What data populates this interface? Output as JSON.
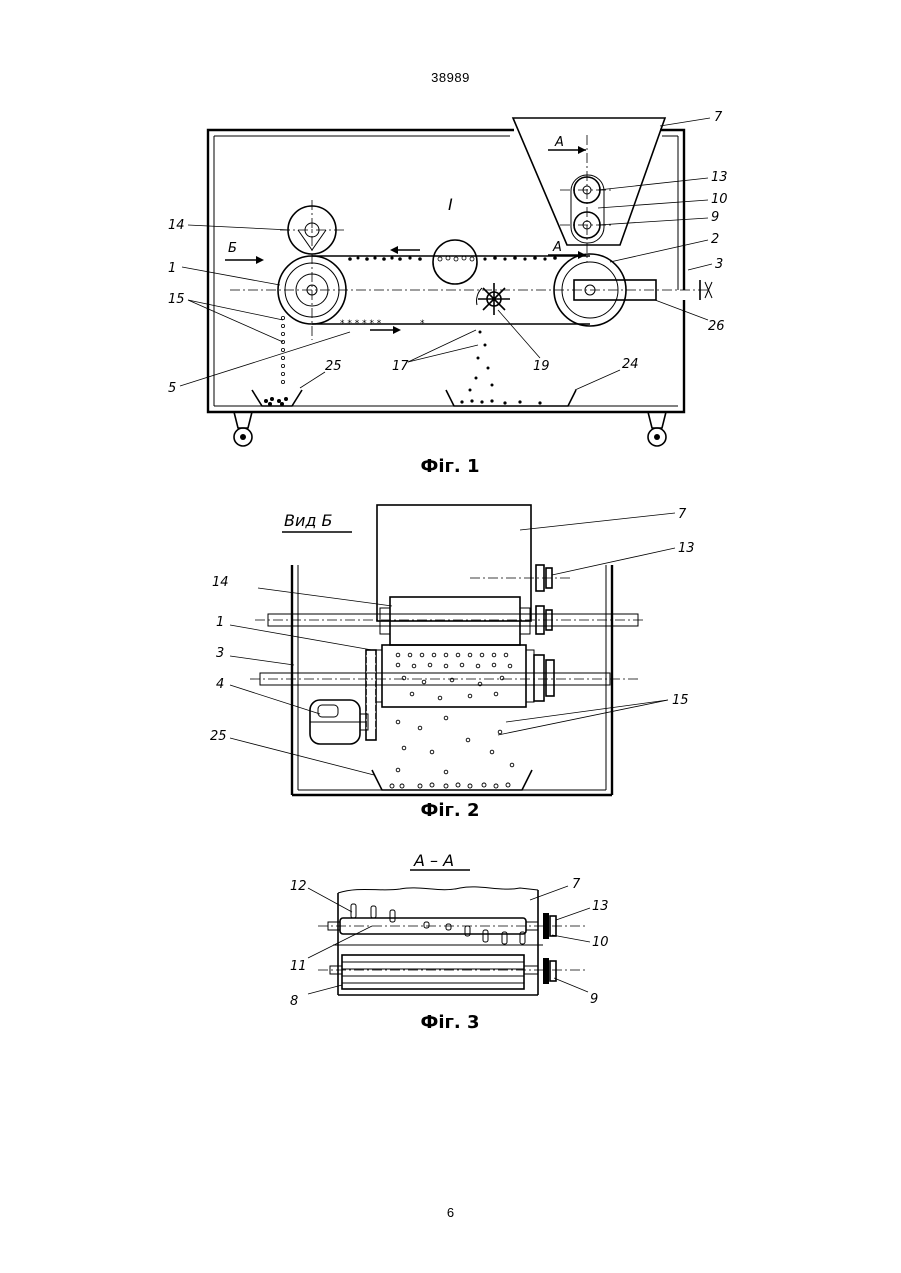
{
  "header": {
    "document_number": "38989"
  },
  "footer": {
    "page_number": "6"
  },
  "figures": [
    {
      "caption": "Фіг. 1",
      "view_label": "I",
      "labels": [
        "7",
        "13",
        "10",
        "9",
        "2",
        "3",
        "26",
        "14",
        "1",
        "15",
        "5",
        "17",
        "19",
        "25",
        "24"
      ],
      "section_markers": [
        "А",
        "А",
        "Б"
      ]
    },
    {
      "caption": "Фіг. 2",
      "title": "Вид Б",
      "labels": [
        "7",
        "13",
        "14",
        "1",
        "3",
        "4",
        "25",
        "15"
      ]
    },
    {
      "caption": "Фіг. 3",
      "title": "А – А",
      "labels": [
        "12",
        "7",
        "13",
        "10",
        "11",
        "8",
        "9"
      ]
    }
  ]
}
